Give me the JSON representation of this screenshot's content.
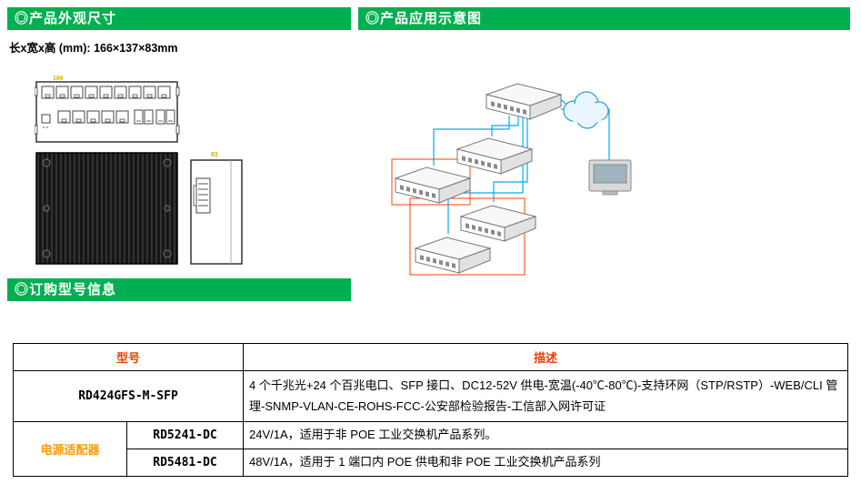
{
  "sections": {
    "appearance": {
      "title": "◎产品外观尺寸"
    },
    "application": {
      "title": "◎产品应用示意图"
    },
    "ordering": {
      "title": "◎订购型号信息"
    }
  },
  "dimensions_line": {
    "text": "长x宽x高 (mm): 166×137×83mm"
  },
  "drawings": {
    "front_width_label": "166",
    "side_width_label": "83"
  },
  "table": {
    "headers": {
      "model": "型号",
      "description": "描述"
    },
    "rows": [
      {
        "model": "RD424GFS-M-SFP",
        "description": "4 个千兆光+24 个百兆电口、SFP 接口、DC12-52V 供电-宽温(-40℃-80℃)-支持环网（STP/RSTP）-WEB/CLI 管理-SNMP-VLAN-CE-ROHS-FCC-公安部检验报告-工信部入网许可证"
      },
      {
        "category": "电源适配器",
        "model": "RD5241-DC",
        "description": "24V/1A，适用于非 POE 工业交换机产品系列。"
      },
      {
        "model": "RD5481-DC",
        "description": "48V/1A，适用于 1 端口内 POE 供电和非 POE 工业交换机产品系列"
      }
    ]
  },
  "colors": {
    "section_green": "#00B050",
    "table_header_red": "#E8420B",
    "category_orange": "#FF9900",
    "connector_blue": "#00AEEF",
    "group_box_red": "#FF4000",
    "dimension_yellow": "#C8B400"
  }
}
